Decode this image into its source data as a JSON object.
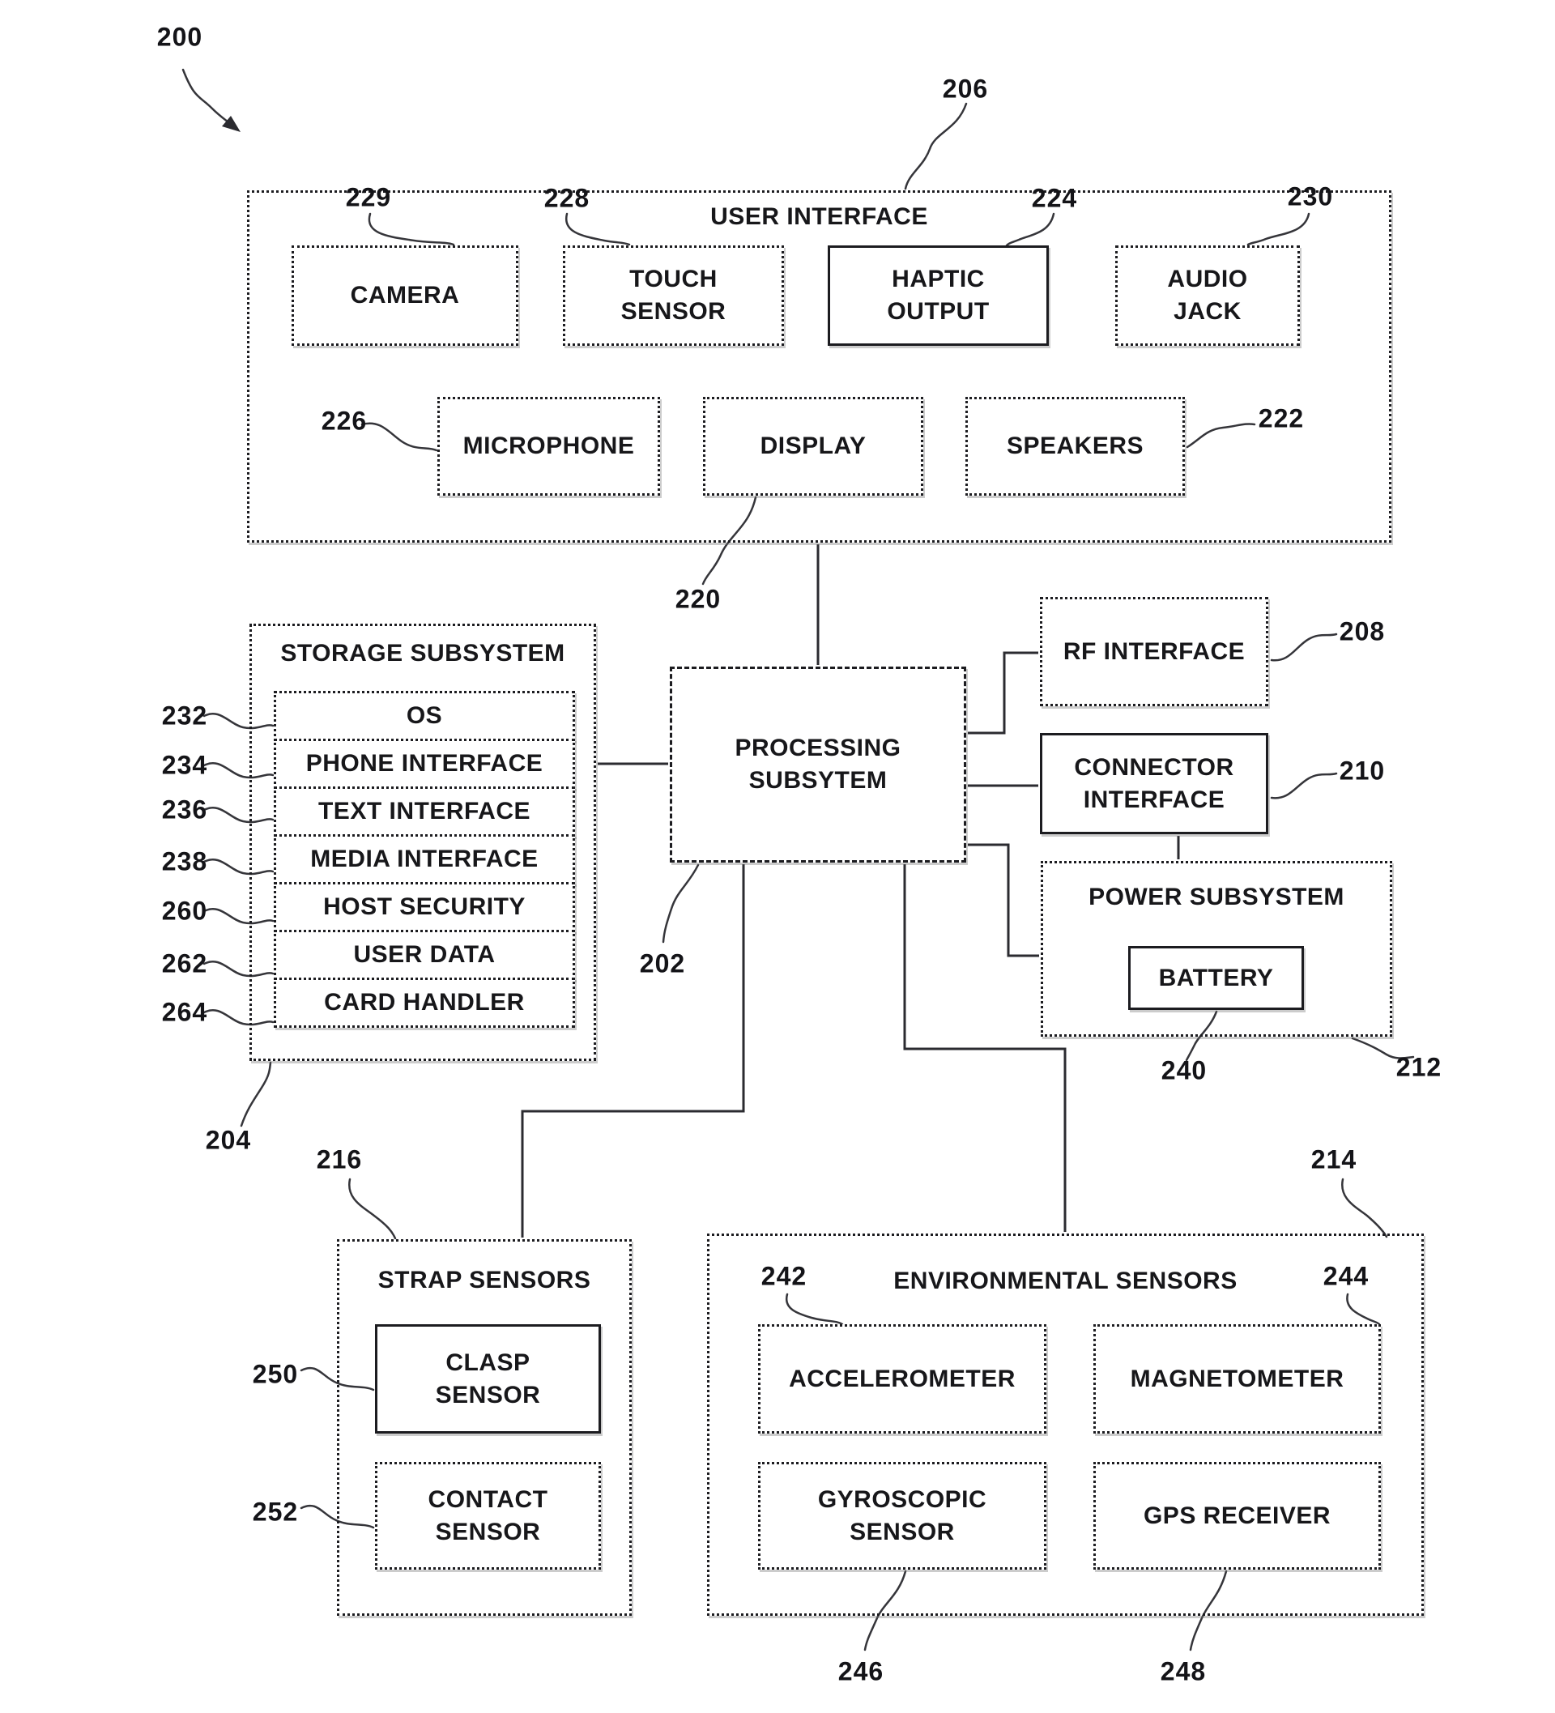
{
  "diagram": {
    "root": {
      "ref": "200"
    },
    "user_interface": {
      "title": "USER INTERFACE",
      "ref": "206",
      "camera": {
        "label": "CAMERA",
        "ref": "229"
      },
      "touch_sensor": {
        "label": "TOUCH\nSENSOR",
        "ref": "228"
      },
      "haptic_output": {
        "label": "HAPTIC\nOUTPUT",
        "ref": "224"
      },
      "audio_jack": {
        "label": "AUDIO\nJACK",
        "ref": "230"
      },
      "microphone": {
        "label": "MICROPHONE",
        "ref": "226"
      },
      "display": {
        "label": "DISPLAY",
        "ref": "220"
      },
      "speakers": {
        "label": "SPEAKERS",
        "ref": "222"
      }
    },
    "storage_subsystem": {
      "title": "STORAGE SUBSYSTEM",
      "ref": "204",
      "rows": [
        {
          "label": "OS",
          "ref": "232"
        },
        {
          "label": "PHONE INTERFACE",
          "ref": "234"
        },
        {
          "label": "TEXT INTERFACE",
          "ref": "236"
        },
        {
          "label": "MEDIA INTERFACE",
          "ref": "238"
        },
        {
          "label": "HOST SECURITY",
          "ref": "260"
        },
        {
          "label": "USER DATA",
          "ref": "262"
        },
        {
          "label": "CARD HANDLER",
          "ref": "264"
        }
      ]
    },
    "processing_subsystem": {
      "label": "PROCESSING\nSUBSYTEM",
      "ref": "202"
    },
    "rf_interface": {
      "label": "RF INTERFACE",
      "ref": "208"
    },
    "connector_interface": {
      "label": "CONNECTOR\nINTERFACE",
      "ref": "210"
    },
    "power_subsystem": {
      "title": "POWER SUBSYSTEM",
      "ref": "212",
      "battery": {
        "label": "BATTERY",
        "ref": "240"
      }
    },
    "strap_sensors": {
      "title": "STRAP SENSORS",
      "ref": "216",
      "clasp_sensor": {
        "label": "CLASP\nSENSOR",
        "ref": "250"
      },
      "contact_sensor": {
        "label": "CONTACT\nSENSOR",
        "ref": "252"
      }
    },
    "environmental_sensors": {
      "title": "ENVIRONMENTAL SENSORS",
      "ref": "214",
      "accelerometer": {
        "label": "ACCELEROMETER",
        "ref": "242"
      },
      "magnetometer": {
        "label": "MAGNETOMETER",
        "ref": "244"
      },
      "gyroscopic_sensor": {
        "label": "GYROSCOPIC\nSENSOR",
        "ref": "246"
      },
      "gps_receiver": {
        "label": "GPS RECEIVER",
        "ref": "248"
      }
    }
  }
}
